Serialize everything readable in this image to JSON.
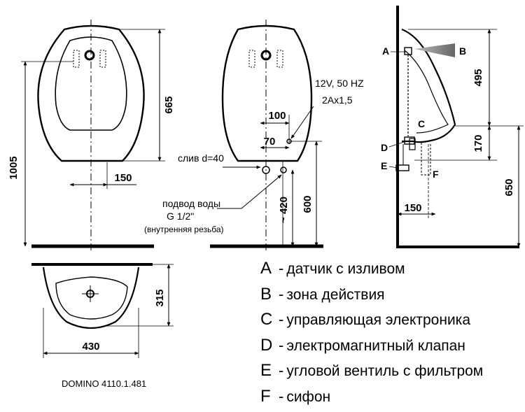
{
  "front_view": {
    "dim_total_height": "1005",
    "dim_upper": "665",
    "dim_offset": "150"
  },
  "rear_view": {
    "electrical": "12V, 50 HZ",
    "cable": "2Ax1,5",
    "dim_100": "100",
    "dim_70": "70",
    "drain": "слив d=40",
    "water_supply": "подвод воды",
    "thread": "G 1/2\"",
    "thread_note": "(внутренняя резьба)",
    "dim_420": "~ 420",
    "dim_600": "600"
  },
  "side_view": {
    "label_a": "A",
    "label_b": "B",
    "label_c": "C",
    "label_d": "D",
    "label_e": "E",
    "label_f": "F",
    "dim_495": "495",
    "dim_170": "170",
    "dim_650": "650",
    "dim_150": "150"
  },
  "top_view": {
    "dim_depth": "315",
    "dim_width": "430"
  },
  "legend": [
    {
      "key": "A",
      "text": "датчик с изливом"
    },
    {
      "key": "B",
      "text": "зона действия"
    },
    {
      "key": "C",
      "text": "управляющая электроника"
    },
    {
      "key": "D",
      "text": "электромагнитный клапан"
    },
    {
      "key": "E",
      "text": "угловой вентиль с фильтром"
    },
    {
      "key": "F",
      "text": "сифон"
    }
  ],
  "model_label": "DOMINO 4110.1.481"
}
